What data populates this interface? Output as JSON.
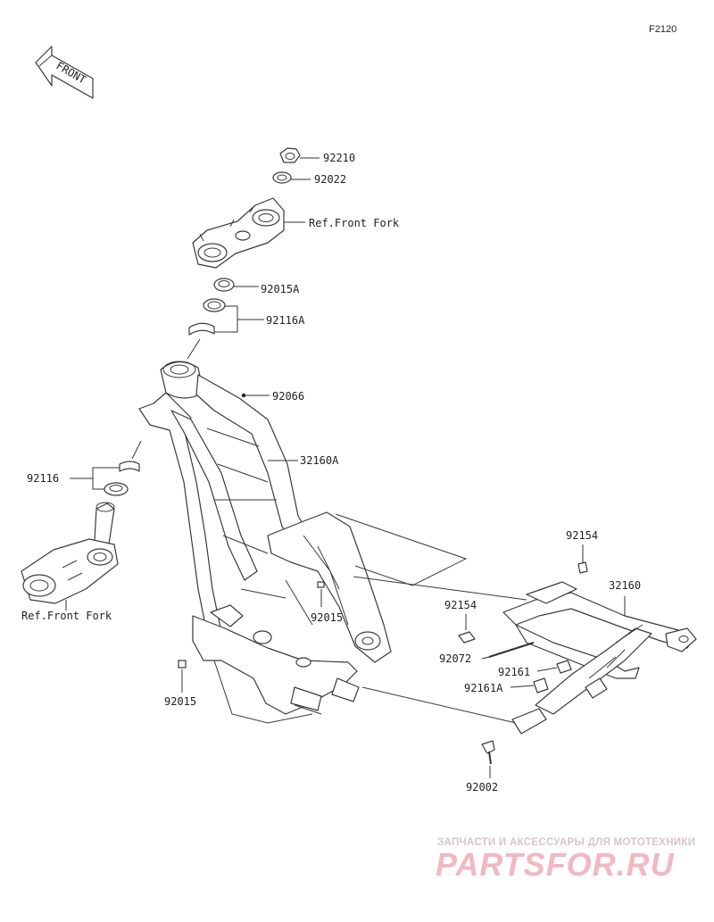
{
  "figure_code": "F2120",
  "front_label": "FRONT",
  "callouts": [
    {
      "id": "92210",
      "text": "92210"
    },
    {
      "id": "92022",
      "text": "92022"
    },
    {
      "id": "ref-front-fork-top",
      "text": "Ref.Front Fork"
    },
    {
      "id": "92015A",
      "text": "92015A"
    },
    {
      "id": "92116A",
      "text": "92116A"
    },
    {
      "id": "92066",
      "text": "92066"
    },
    {
      "id": "32160A",
      "text": "32160A"
    },
    {
      "id": "92116",
      "text": "92116"
    },
    {
      "id": "ref-front-fork-bottom",
      "text": "Ref.Front Fork"
    },
    {
      "id": "92154-a",
      "text": "92154"
    },
    {
      "id": "32160",
      "text": "32160"
    },
    {
      "id": "92154-b",
      "text": "92154"
    },
    {
      "id": "92015-mid",
      "text": "92015"
    },
    {
      "id": "92072",
      "text": "92072"
    },
    {
      "id": "92161",
      "text": "92161"
    },
    {
      "id": "92161A",
      "text": "92161A"
    },
    {
      "id": "92015-left",
      "text": "92015"
    },
    {
      "id": "92002",
      "text": "92002"
    }
  ],
  "watermark": {
    "tagline": "ЗАПЧАСТИ И АКСЕССУАРЫ ДЛЯ МОТОТЕХНИКИ",
    "brand": "PARTSFOR.RU"
  }
}
